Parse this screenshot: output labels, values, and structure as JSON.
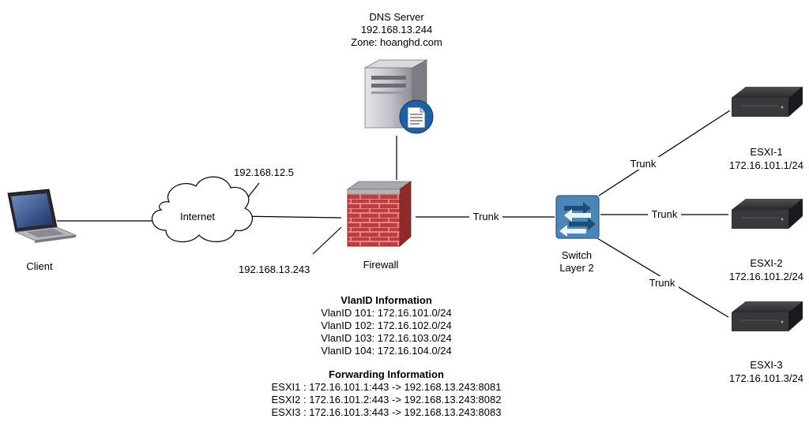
{
  "nodes": {
    "dns": {
      "lines": [
        "DNS Server",
        "192.168.13.244",
        "Zone: hoanghd.com"
      ]
    },
    "client": {
      "label": "Client"
    },
    "internet": {
      "label": "Internet"
    },
    "firewall": {
      "label": "Firewall"
    },
    "switch": {
      "lines": [
        "Switch",
        "Layer 2"
      ]
    },
    "esxi1": {
      "lines": [
        "ESXI-1",
        "172.16.101.1/24"
      ]
    },
    "esxi2": {
      "lines": [
        "ESXI-2",
        "172.16.101.2/24"
      ]
    },
    "esxi3": {
      "lines": [
        "ESXI-3",
        "172.16.101.3/24"
      ]
    }
  },
  "links": {
    "ip_internet_upper": "192.168.12.5",
    "ip_internet_lower": "192.168.13.243",
    "trunk_firewall_switch": "Trunk",
    "trunk_esxi1": "Trunk",
    "trunk_esxi2": "Trunk",
    "trunk_esxi3": "Trunk"
  },
  "vlan_info": {
    "title": "VlanID Information",
    "lines": [
      "VlanID 101: 172.16.101.0/24",
      "VlanID 102: 172.16.102.0/24",
      "VlanID 103: 172.16.103.0/24",
      "VlanID 104: 172.16.104.0/24"
    ]
  },
  "forwarding_info": {
    "title": "Forwarding Information",
    "lines": [
      "ESXI1 : 172.16.101.1:443 -> 192.168.13.243:8081",
      "ESXI2 : 172.16.101.2:443 -> 192.168.13.243:8082",
      "ESXI3 : 172.16.101.3:443 -> 192.168.13.243:8083"
    ]
  },
  "colors": {
    "switch_blue": "#4a86b8",
    "switch_arrow": "#1d4e75",
    "brick_red": "#c53a3a",
    "server_gray": "#b8b8bc",
    "esxi_dark": "#2e2e30"
  }
}
